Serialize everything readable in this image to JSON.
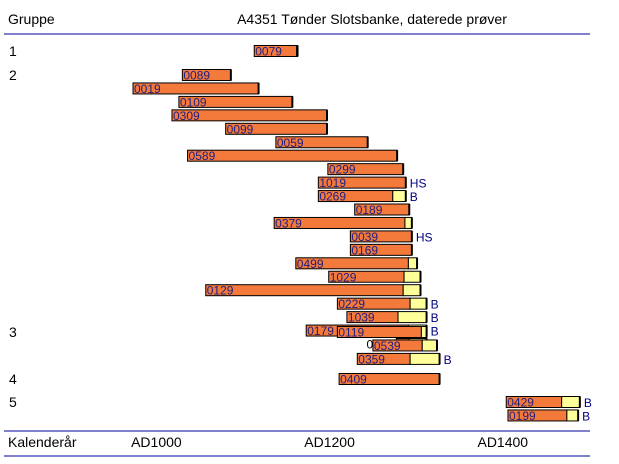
{
  "chart_data": {
    "type": "bar",
    "title": "A4351 Tønder Slotsbanke, daterede prøver",
    "header_label": "Gruppe",
    "footer_label": "Kalenderår",
    "x_ticks": [
      {
        "label": "AD1000",
        "value": 1000
      },
      {
        "label": "AD1200",
        "value": 1200
      },
      {
        "label": "AD1400",
        "value": 1400
      }
    ],
    "colors": {
      "heartwood": "#F47A3C",
      "sapwood": "#FFFF99",
      "outline": "#000000",
      "rule": "#0000A0",
      "text": "#000000",
      "annotation": "#000080",
      "label_text": "#202080"
    },
    "groups": [
      {
        "label": "1",
        "samples": [
          {
            "id": "0079",
            "start": 1113,
            "heart_end": 1162,
            "end": 1163,
            "label_inside": true,
            "note": ""
          }
        ]
      },
      {
        "label": "2",
        "samples": [
          {
            "id": "0089",
            "start": 1030,
            "heart_end": 1086,
            "end": 1086,
            "label_inside": true,
            "note": ""
          },
          {
            "id": "0019",
            "start": 973,
            "heart_end": 1118,
            "end": 1118,
            "label_inside": true,
            "note": ""
          },
          {
            "id": "0109",
            "start": 1026,
            "heart_end": 1157,
            "end": 1157,
            "label_inside": true,
            "note": ""
          },
          {
            "id": "0309",
            "start": 1018,
            "heart_end": 1197,
            "end": 1197,
            "label_inside": true,
            "note": ""
          },
          {
            "id": "0099",
            "start": 1080,
            "heart_end": 1197,
            "end": 1197,
            "label_inside": true,
            "note": ""
          },
          {
            "id": "0059",
            "start": 1138,
            "heart_end": 1244,
            "end": 1244,
            "label_inside": true,
            "note": ""
          },
          {
            "id": "0589",
            "start": 1036,
            "heart_end": 1278,
            "end": 1278,
            "label_inside": true,
            "note": ""
          },
          {
            "id": "0299",
            "start": 1198,
            "heart_end": 1285,
            "end": 1285,
            "label_inside": true,
            "note": ""
          },
          {
            "id": "1019",
            "start": 1187,
            "heart_end": 1288,
            "end": 1288,
            "label_inside": true,
            "note": "HS"
          },
          {
            "id": "0269",
            "start": 1187,
            "heart_end": 1273,
            "end": 1288,
            "label_inside": true,
            "note": "B"
          },
          {
            "id": "0189",
            "start": 1229,
            "heart_end": 1292,
            "end": 1292,
            "label_inside": true,
            "note": ""
          },
          {
            "id": "0379",
            "start": 1136,
            "heart_end": 1287,
            "end": 1295,
            "label_inside": true,
            "note": ""
          },
          {
            "id": "0039",
            "start": 1224,
            "heart_end": 1295,
            "end": 1295,
            "label_inside": true,
            "note": "HS"
          },
          {
            "id": "0169",
            "start": 1224,
            "heart_end": 1295,
            "end": 1295,
            "label_inside": true,
            "note": ""
          },
          {
            "id": "0499",
            "start": 1161,
            "heart_end": 1291,
            "end": 1301,
            "label_inside": true,
            "note": ""
          },
          {
            "id": "1029",
            "start": 1199,
            "heart_end": 1286,
            "end": 1305,
            "label_inside": true,
            "note": ""
          },
          {
            "id": "0129",
            "start": 1057,
            "heart_end": 1285,
            "end": 1305,
            "label_inside": true,
            "note": ""
          },
          {
            "id": "0229",
            "start": 1209,
            "heart_end": 1293,
            "end": 1312,
            "label_inside": true,
            "note": "B"
          },
          {
            "id": "1039",
            "start": 1220,
            "heart_end": 1279,
            "end": 1312,
            "label_inside": true,
            "note": "B"
          },
          {
            "id": "0179",
            "start": 1173,
            "heart_end": 1291,
            "end": 1312,
            "label_inside": true,
            "note": "B"
          },
          {
            "id": "0219",
            "start": 1277,
            "heart_end": 1292,
            "end": 1312,
            "label_inside": false,
            "note": "B"
          }
        ]
      },
      {
        "label": "3",
        "samples": [
          {
            "id": "0119",
            "start": 1209,
            "heart_end": 1306,
            "end": 1312,
            "label_inside": true,
            "note": ""
          },
          {
            "id": "0539",
            "start": 1250,
            "heart_end": 1307,
            "end": 1324,
            "label_inside": true,
            "note": ""
          },
          {
            "id": "0359",
            "start": 1232,
            "heart_end": 1293,
            "end": 1327,
            "label_inside": true,
            "note": "B"
          }
        ]
      },
      {
        "label": "4",
        "samples": [
          {
            "id": "0409",
            "start": 1211,
            "heart_end": 1327,
            "end": 1327,
            "label_inside": true,
            "note": ""
          }
        ]
      },
      {
        "label": "5",
        "samples": [
          {
            "id": "0429",
            "start": 1404,
            "heart_end": 1468,
            "end": 1489,
            "label_inside": true,
            "note": "B"
          },
          {
            "id": "0199",
            "start": 1406,
            "heart_end": 1474,
            "end": 1487,
            "label_inside": true,
            "note": "B"
          }
        ]
      }
    ]
  }
}
